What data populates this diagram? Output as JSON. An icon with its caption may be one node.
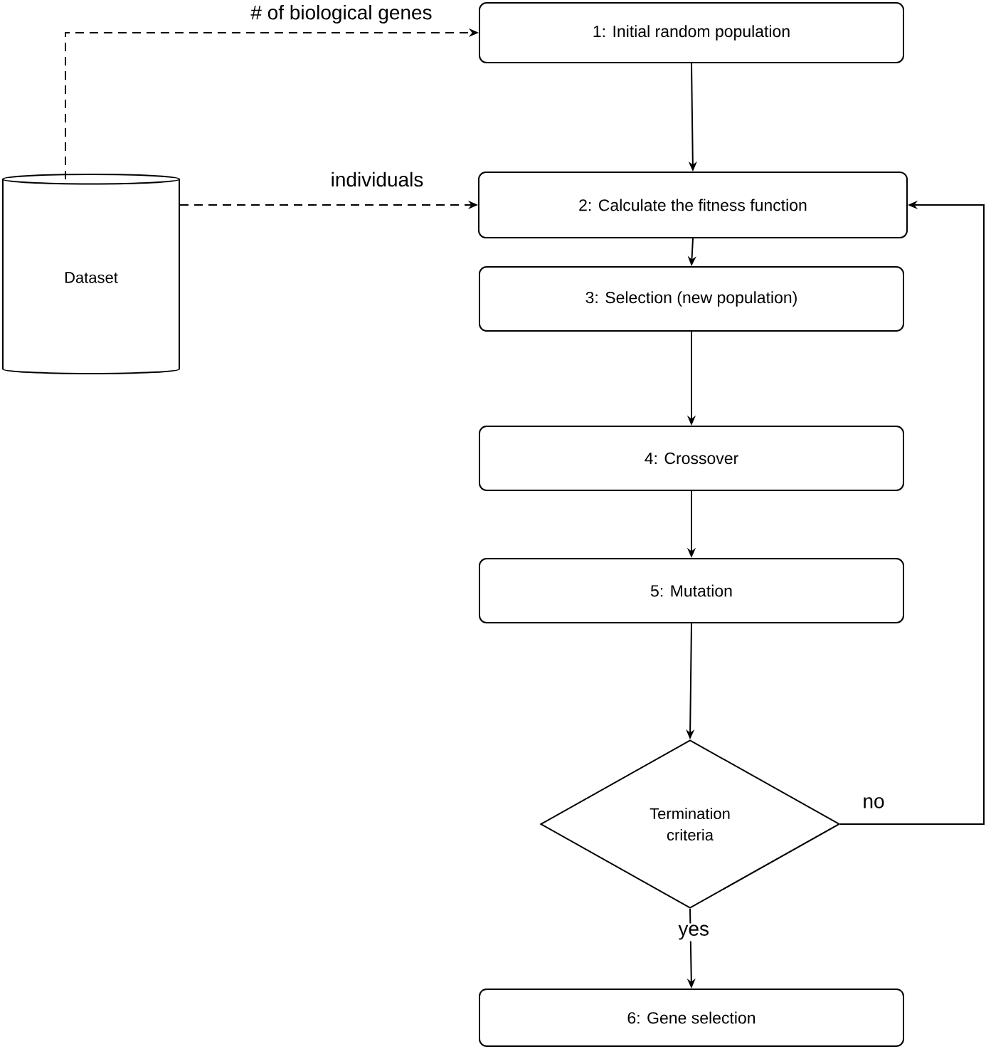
{
  "diagram": {
    "nodes": [
      {
        "text": [
          "Dataset"
        ]
      },
      {
        "text": [
          "1: Initial random population"
        ]
      },
      {
        "text": [
          "2: Calculate the fitness function"
        ]
      },
      {
        "text": [
          "3: Selection (new population)"
        ]
      },
      {
        "text": [
          "4: Crossover"
        ]
      },
      {
        "text": [
          "5: Mutation"
        ]
      },
      {
        "text": [
          "Termination criteria"
        ]
      },
      {
        "text": [
          "6: Gene selection"
        ]
      }
    ],
    "edges": [
      {
        "from": 0,
        "to": 1,
        "arrow": "to",
        "style": "dashed",
        "label": "# of biological genes"
      },
      {
        "from": 0,
        "to": 2,
        "arrow": "to",
        "style": "dashed",
        "label": "individuals"
      },
      {
        "from": 1,
        "to": 2,
        "arrow": "to"
      },
      {
        "from": 2,
        "to": 3,
        "arrow": "to"
      },
      {
        "from": 3,
        "to": 4,
        "arrow": "to"
      },
      {
        "from": 4,
        "to": 5,
        "arrow": "to"
      },
      {
        "from": 5,
        "to": 6,
        "arrow": "to"
      },
      {
        "from": 6,
        "to": 7,
        "arrow": "to",
        "label": "yes"
      },
      {
        "from": 6,
        "to": 2,
        "arrow": "to",
        "label": "no"
      }
    ]
  }
}
